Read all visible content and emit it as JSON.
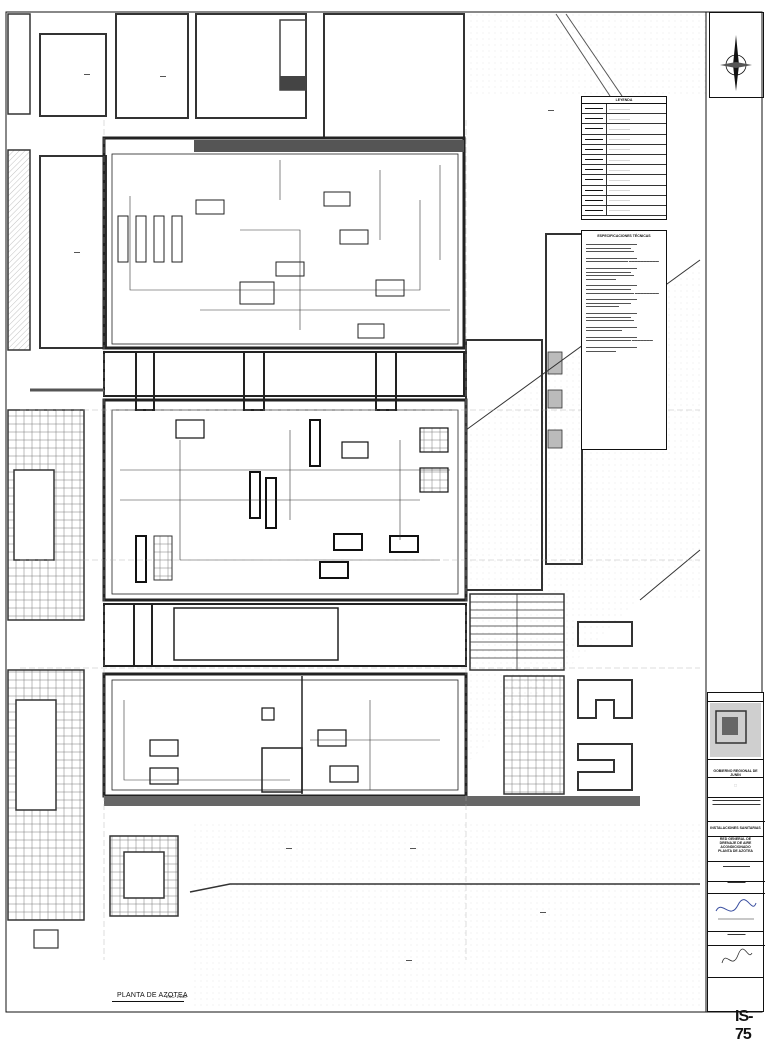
{
  "drawing": {
    "plan_title": "PLANTA DE AZOTEA",
    "scale": "ESC: 1:100"
  },
  "legend": {
    "title": "LEYENDA",
    "rows": 10
  },
  "specs": {
    "title": "ESPECIFICACIONES TÉCNICAS",
    "paragraphs": 10
  },
  "title_block": {
    "owner": "GOBIERNO REGIONAL DE JUNÍN",
    "specialty": "INSTALACIONES SANITARIAS",
    "sheet_title_1": "RED GENERAL DE",
    "sheet_title_2": "DRENAJE DE AIRE ACONDICIONADO",
    "sheet_title_3": "PLANTA DE AZOTEA",
    "sheet_number": "IS-75"
  },
  "colors": {
    "line": "#111111",
    "hatch": "#888888",
    "background": "#ffffff"
  }
}
